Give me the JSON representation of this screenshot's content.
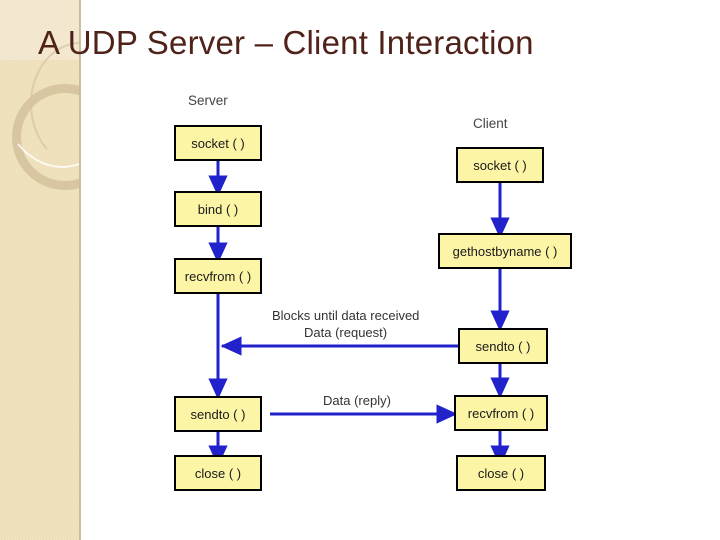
{
  "slide": {
    "title": "A UDP Server – Client Interaction",
    "title_color": "#50231a",
    "background_color": "#ffffff",
    "sidebar_color": "#ecdcb4"
  },
  "diagram": {
    "node_fill": "#fcf5a6",
    "node_border": "#000000",
    "arrow_color": "#2222cc",
    "columns": [
      {
        "label": "Server"
      },
      {
        "label": "Client"
      }
    ],
    "server_nodes": [
      {
        "label": "socket ( )"
      },
      {
        "label": "bind ( )"
      },
      {
        "label": "recvfrom ( )"
      },
      {
        "label": "sendto ( )"
      },
      {
        "label": "close ( )"
      }
    ],
    "client_nodes": [
      {
        "label": "socket ( )"
      },
      {
        "label": "gethostbyname ( )"
      },
      {
        "label": "sendto ( )"
      },
      {
        "label": "recvfrom ( )"
      },
      {
        "label": "close ( )"
      }
    ],
    "annotations": [
      {
        "label": "Blocks until data received"
      },
      {
        "label": "Data (request)"
      },
      {
        "label": "Data (reply)"
      }
    ]
  }
}
